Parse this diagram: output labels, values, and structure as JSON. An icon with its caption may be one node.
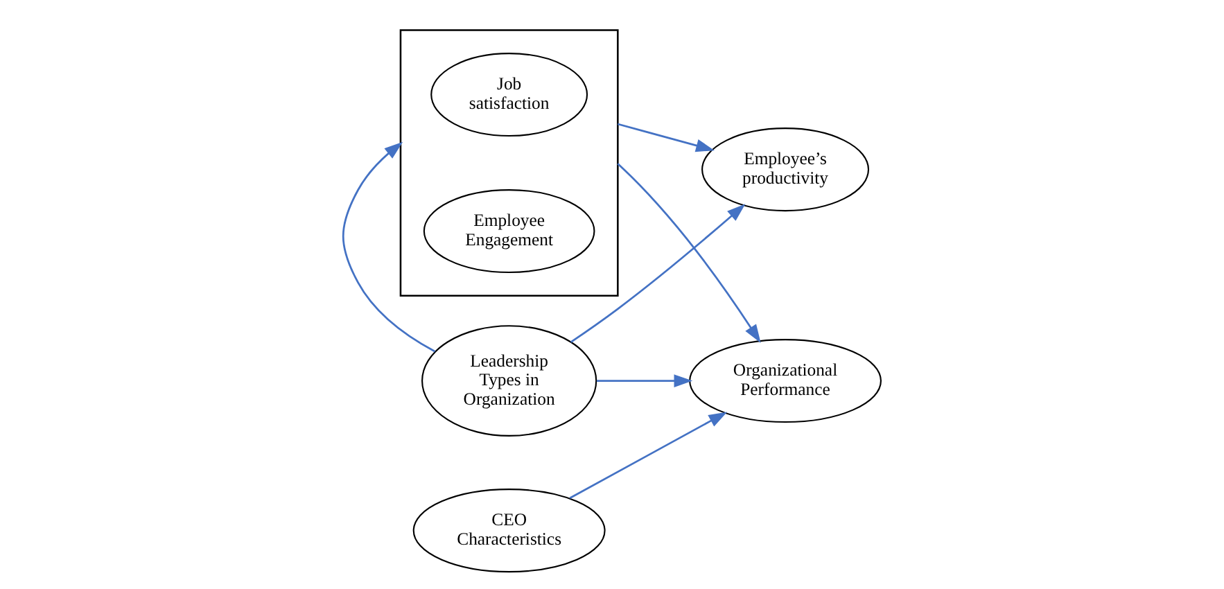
{
  "diagram": {
    "nodes": [
      {
        "text": [
          "Leadership Types in Organization"
        ]
      },
      {
        "text": [],
        "shape": "box"
      },
      {
        "text": [
          "Job satisfaction"
        ],
        "in": 1
      },
      {
        "text": [
          "Employee Engagement"
        ],
        "in": 1
      },
      {
        "text": [
          "Employee’s productivity"
        ]
      },
      {
        "text": [
          "Organizational Performance"
        ]
      },
      {
        "text": [
          "CEO Characteristics"
        ]
      }
    ],
    "edges": [
      {
        "from": 0,
        "to": 4,
        "arrow": "to"
      },
      {
        "from": 0,
        "to": 1,
        "arrow": "to"
      },
      {
        "from": 1,
        "to": 4,
        "arrow": "to"
      },
      {
        "from": 1,
        "to": 5,
        "arrow": "to"
      },
      {
        "from": 0,
        "to": 5,
        "arrow": "to"
      },
      {
        "from": 6,
        "to": 5,
        "arrow": "to"
      }
    ]
  }
}
